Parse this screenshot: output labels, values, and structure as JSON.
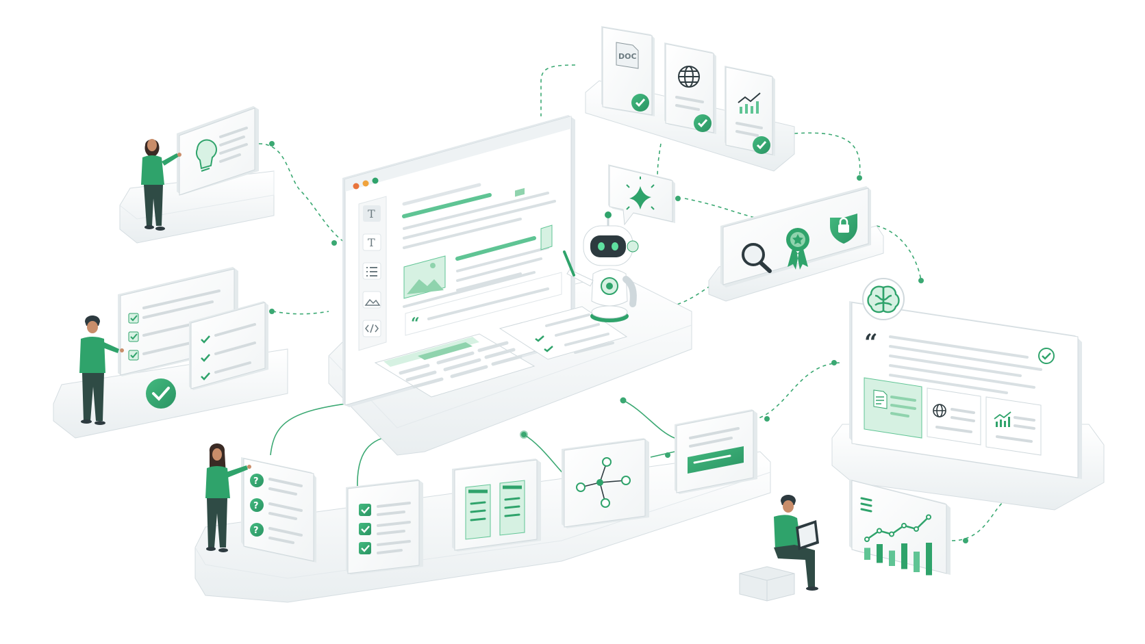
{
  "colors": {
    "accent": "#2fa36b",
    "accent_light": "#d6f1e2",
    "accent_mid": "#8fd3ad",
    "panel": "#f7f9fa",
    "panel_edge": "#d5dde1",
    "line": "#c9d3d8",
    "text_line": "#d9e0e3",
    "dark": "#2d3a3f",
    "skin": "#c98d6a",
    "hair": "#3a2a24",
    "pants": "#2f4b45"
  },
  "editor": {
    "toolbar_icons": [
      "text-format-icon",
      "text-icon",
      "list-icon",
      "image-icon",
      "code-icon"
    ],
    "window_dots": [
      "#e8743b",
      "#f0a33c",
      "#2fa36b"
    ]
  },
  "sources": {
    "doc_label": "DOC",
    "icons": [
      "doc-file-icon",
      "globe-icon",
      "trend-chart-icon"
    ]
  },
  "quality": {
    "icons": [
      "magnifier-icon",
      "award-ribbon-icon",
      "shield-lock-icon"
    ]
  },
  "workflow": {
    "steps": [
      "question-card",
      "checklist-card",
      "columns-card",
      "network-card",
      "highlight-card"
    ]
  },
  "output": {
    "icons": [
      "brain-icon",
      "quote-icon",
      "doc-icon",
      "globe-icon",
      "chart-icon"
    ]
  },
  "analytics": {
    "bars": [
      0.35,
      0.55,
      0.45,
      0.75,
      0.6,
      0.95
    ],
    "trend": [
      0.2,
      0.45,
      0.35,
      0.6,
      0.5,
      0.85
    ]
  }
}
